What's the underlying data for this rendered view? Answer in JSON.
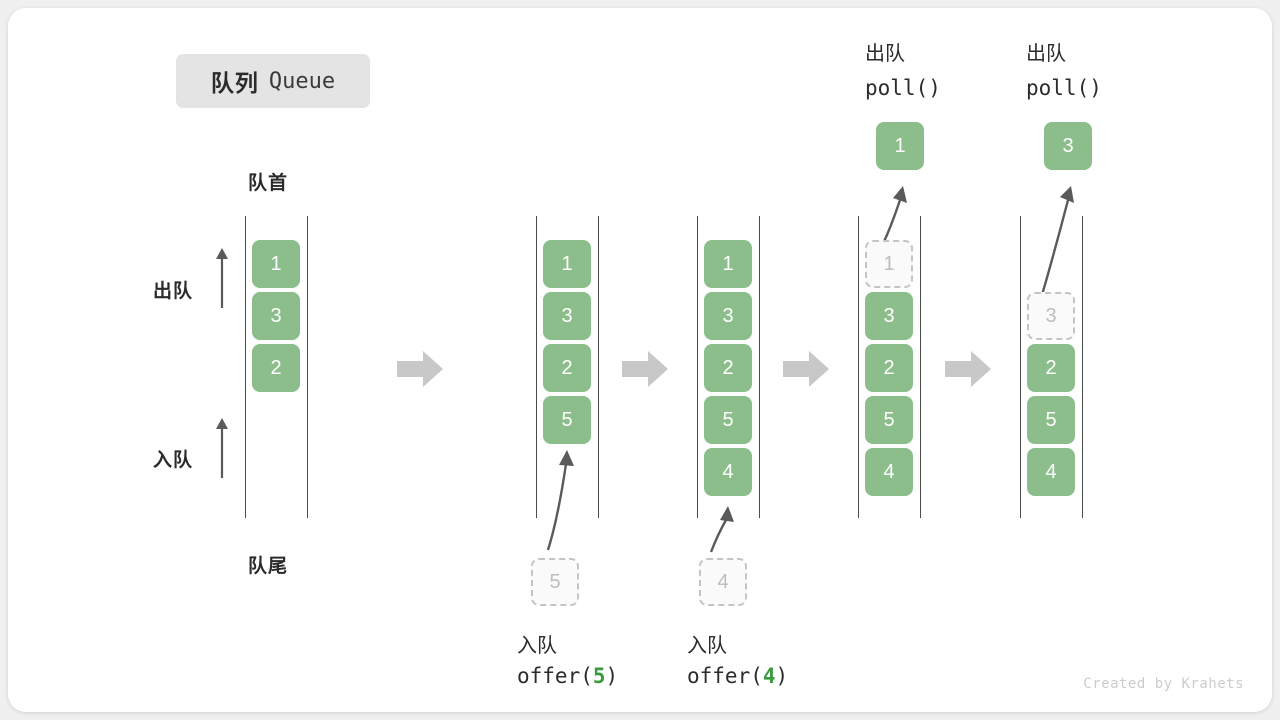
{
  "title": {
    "cn": "队列",
    "en": "Queue"
  },
  "labels": {
    "front": "队首",
    "rear": "队尾",
    "dequeue": "出队",
    "enqueue": "入队"
  },
  "watermark": "Created by Krahets",
  "colors": {
    "cell_fill": "#8cbe8c",
    "cell_text": "#ffffff",
    "ghost_border": "#c4c4c4",
    "ghost_text": "#bdbdbd",
    "rail": "#4a4a4a",
    "block_arrow": "#c8c8c8",
    "motion_arrow": "#5a5a5a",
    "accent_green": "#3a9a3f",
    "text": "#2b2b2b"
  },
  "stages": [
    {
      "id": "initial",
      "cells": [
        "1",
        "3",
        "2"
      ],
      "caption_cn": "",
      "caption_code": ""
    },
    {
      "id": "offer-5",
      "cells": [
        "1",
        "3",
        "2",
        "5"
      ],
      "incoming": "5",
      "caption_cn": "入队",
      "caption_code_pre": "offer(",
      "caption_code_arg": "5",
      "caption_code_post": ")"
    },
    {
      "id": "offer-4",
      "cells": [
        "1",
        "3",
        "2",
        "5",
        "4"
      ],
      "incoming": "4",
      "caption_cn": "入队",
      "caption_code_pre": "offer(",
      "caption_code_arg": "4",
      "caption_code_post": ")"
    },
    {
      "id": "poll-1",
      "cells": [
        "1",
        "3",
        "2",
        "5",
        "4"
      ],
      "removed": "1",
      "header_cn": "出队",
      "header_code": "poll()"
    },
    {
      "id": "poll-3",
      "cells": [
        "3",
        "2",
        "5",
        "4"
      ],
      "removed": "3",
      "header_cn": "出队",
      "header_code": "poll()"
    }
  ]
}
